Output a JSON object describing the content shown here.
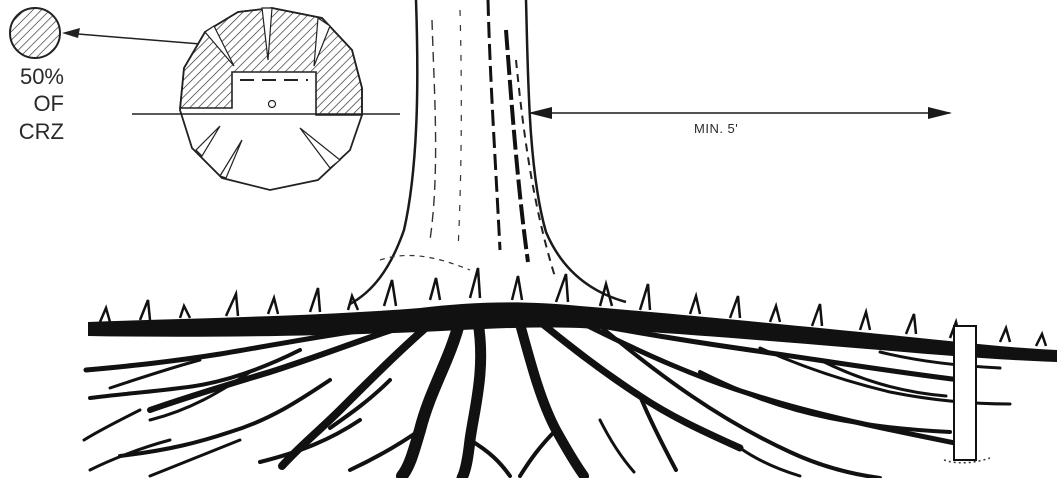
{
  "legend": {
    "percent": "50%",
    "of": "OF",
    "crz": "CRZ"
  },
  "dimension": {
    "label": "MIN. 5'"
  }
}
